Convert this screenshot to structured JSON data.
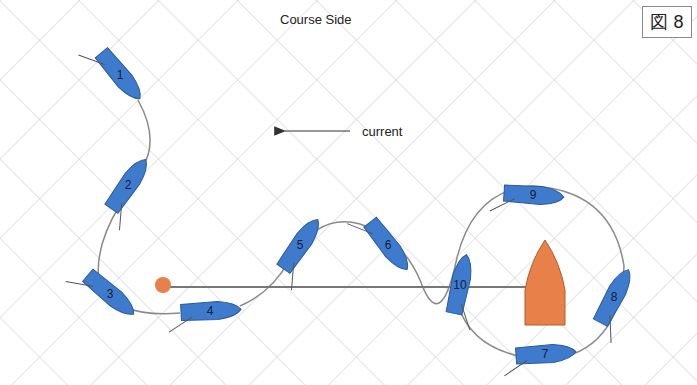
{
  "diagram": {
    "nodes": [
      {
        "text": [
          "図 8"
        ]
      },
      {
        "text": [
          "1"
        ]
      },
      {
        "text": [
          "2"
        ]
      },
      {
        "text": [
          "3"
        ]
      },
      {
        "text": [
          "4"
        ]
      },
      {
        "text": [
          "5"
        ]
      },
      {
        "text": [
          "6"
        ]
      },
      {
        "text": [
          "7"
        ]
      },
      {
        "text": [
          "8"
        ]
      },
      {
        "text": [
          "9"
        ]
      },
      {
        "text": [
          "10"
        ]
      }
    ],
    "labels": [
      "Course Side",
      "current"
    ]
  }
}
